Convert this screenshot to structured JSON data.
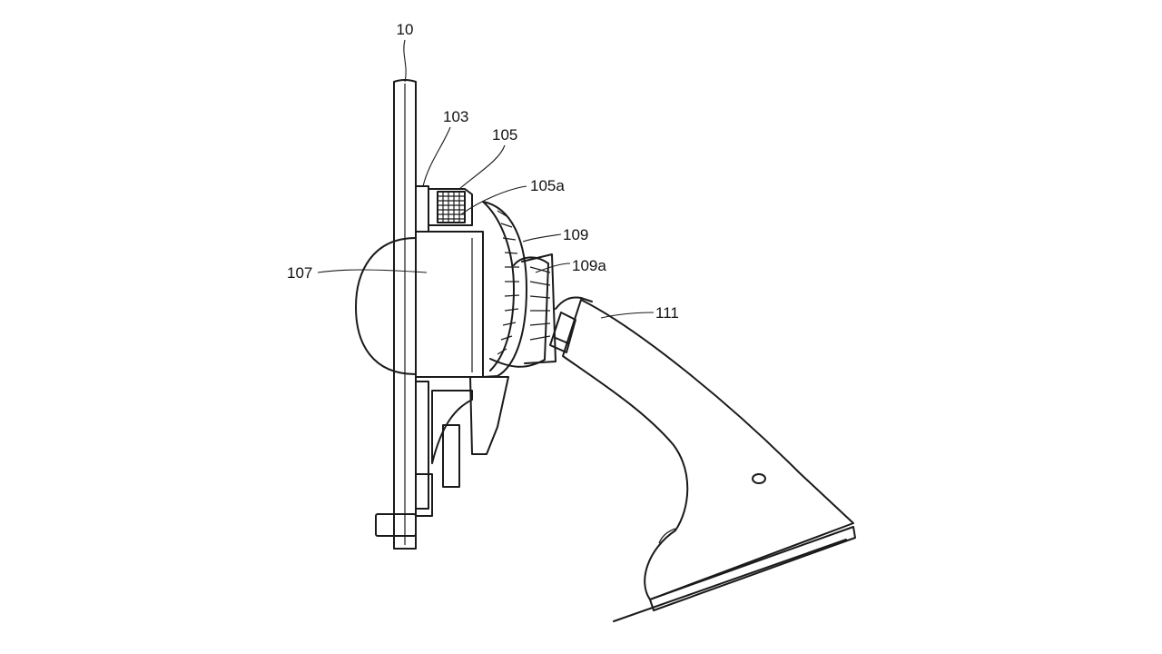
{
  "labels": {
    "phone": "10",
    "holder_plate": "103",
    "magnet": "105",
    "magnet_part": "105a",
    "ball_joint": "107",
    "vent_clip": "109",
    "vent_clip_part": "109a",
    "arm": "111"
  },
  "colors": {
    "line": "#1a1a1a",
    "background": "#ffffff"
  }
}
